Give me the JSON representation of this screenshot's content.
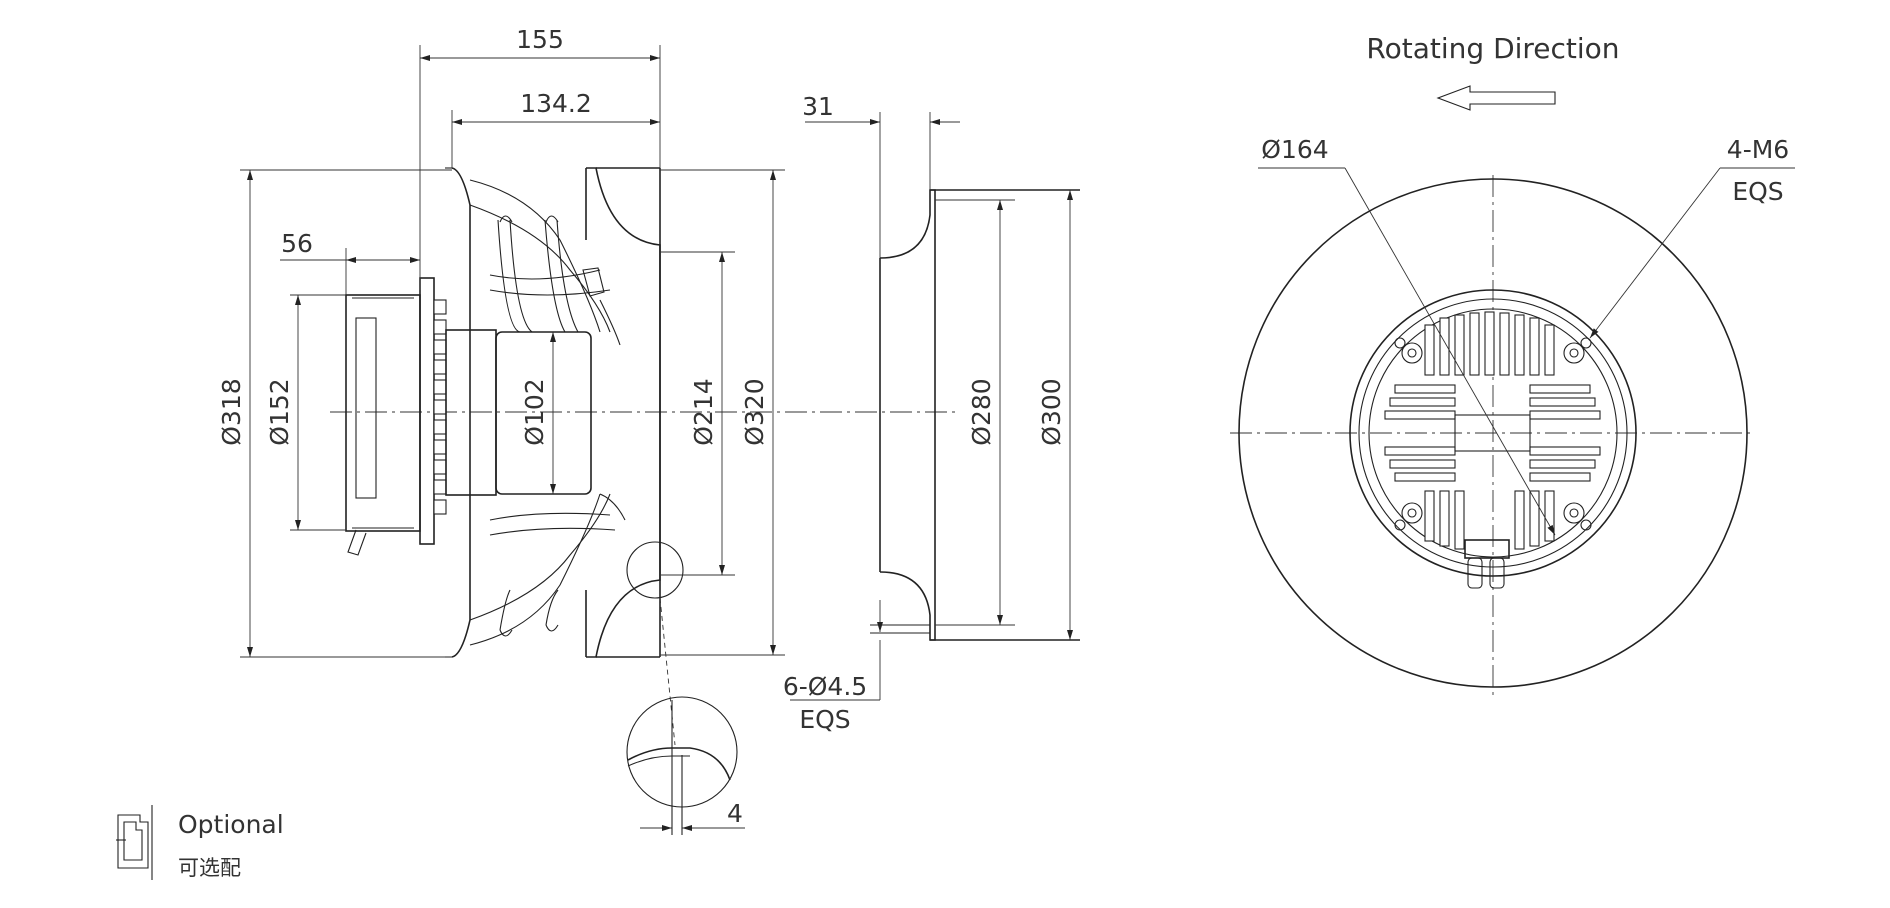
{
  "dimensions": {
    "overall_depth": "155",
    "impeller_depth": "134.2",
    "motor_protrusion": "56",
    "inlet_ring_depth": "31",
    "dia_318": "Ø318",
    "dia_152": "Ø152",
    "dia_102": "Ø102",
    "dia_214": "Ø214",
    "dia_320": "Ø320",
    "dia_280": "Ø280",
    "dia_300": "Ø300",
    "dia_164": "Ø164",
    "detail_thickness": "4",
    "holes": "6-Ø4.5",
    "holes_eqs": "EQS",
    "thread": "4-M6",
    "thread_eqs": "EQS"
  },
  "rotation": {
    "label": "Rotating Direction"
  },
  "legend": {
    "optional_en": "Optional",
    "optional_cn": "可选配"
  },
  "icons": [
    "arrow-left-icon",
    "optional-part-icon"
  ]
}
